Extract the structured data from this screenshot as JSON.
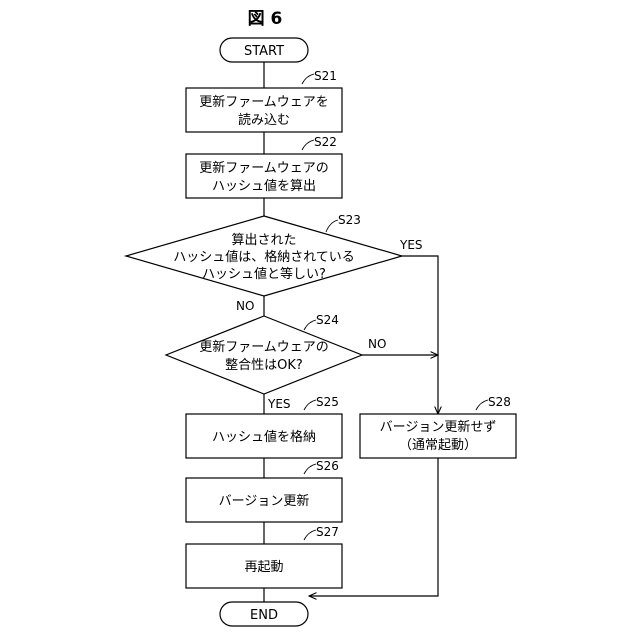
{
  "figure_title": "図 6",
  "start": "START",
  "end": "END",
  "steps": {
    "s21": {
      "id": "S21",
      "lines": [
        "更新ファームウェアを",
        "読み込む"
      ]
    },
    "s22": {
      "id": "S22",
      "lines": [
        "更新ファームウェアの",
        "ハッシュ値を算出"
      ]
    },
    "s23": {
      "id": "S23",
      "lines": [
        "算出された",
        "ハッシュ値は、格納されている",
        "ハッシュ値と等しい?"
      ]
    },
    "s24": {
      "id": "S24",
      "lines": [
        "更新ファームウェアの",
        "整合性はOK?"
      ]
    },
    "s25": {
      "id": "S25",
      "lines": [
        "ハッシュ値を格納"
      ]
    },
    "s26": {
      "id": "S26",
      "lines": [
        "バージョン更新"
      ]
    },
    "s27": {
      "id": "S27",
      "lines": [
        "再起動"
      ]
    },
    "s28": {
      "id": "S28",
      "lines": [
        "バージョン更新せず",
        "（通常起動）"
      ]
    }
  },
  "branches": {
    "s23_yes": "YES",
    "s23_no": "NO",
    "s24_no": "NO",
    "s24_yes": "YES"
  }
}
